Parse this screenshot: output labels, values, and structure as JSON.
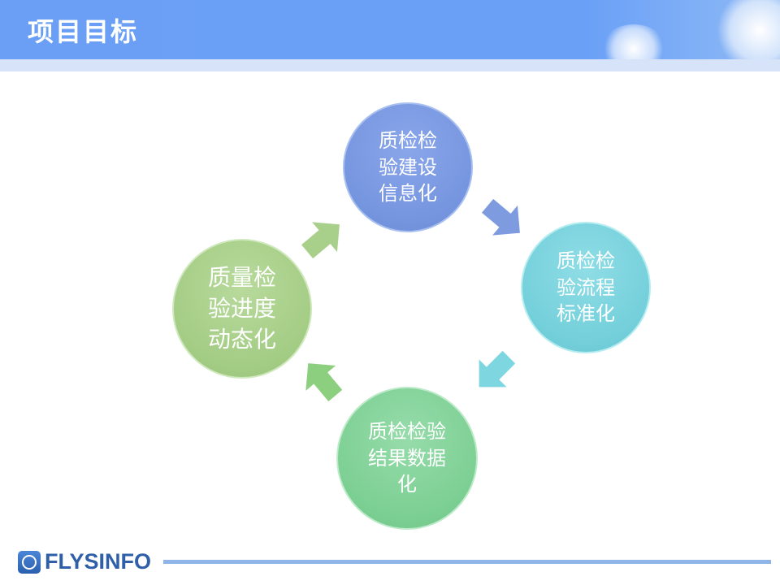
{
  "header": {
    "title": "项目目标"
  },
  "diagram": {
    "nodes": [
      {
        "lines": [
          "质检检",
          "验建设",
          "信息化"
        ],
        "color": "#7E9BE0"
      },
      {
        "lines": [
          "质检检",
          "验流程",
          "标准化"
        ],
        "color": "#7DD6E0"
      },
      {
        "lines": [
          "质检检验",
          "结果数据",
          "化"
        ],
        "color": "#84D39A"
      },
      {
        "lines": [
          "质量检",
          "验进度",
          "动态化"
        ],
        "color": "#A8D08A"
      }
    ],
    "arrow_colors": [
      "#7E9BE0",
      "#7DD6E0",
      "#A8D08A",
      "#A8D08A"
    ]
  },
  "footer": {
    "logo_text": "FLYSINFO"
  }
}
